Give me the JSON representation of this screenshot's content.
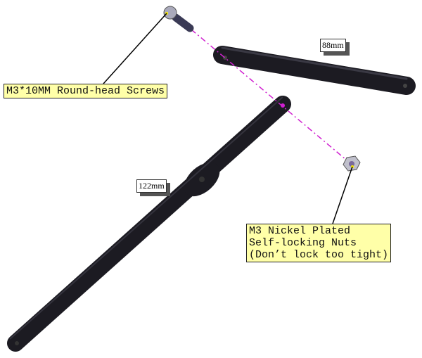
{
  "labels": {
    "screw": "M3*10MM Round-head Screws",
    "nut_line1": "M3 Nickel Plated",
    "nut_line2": "Self-locking Nuts",
    "nut_line3": "(Don’t lock too tight)"
  },
  "dimensions": {
    "short_bar": "88mm",
    "long_bar": "122mm"
  },
  "colors": {
    "bar": "#1c1b22",
    "axis_line": "#d020d0",
    "callout_bg": "#ffffa8"
  }
}
